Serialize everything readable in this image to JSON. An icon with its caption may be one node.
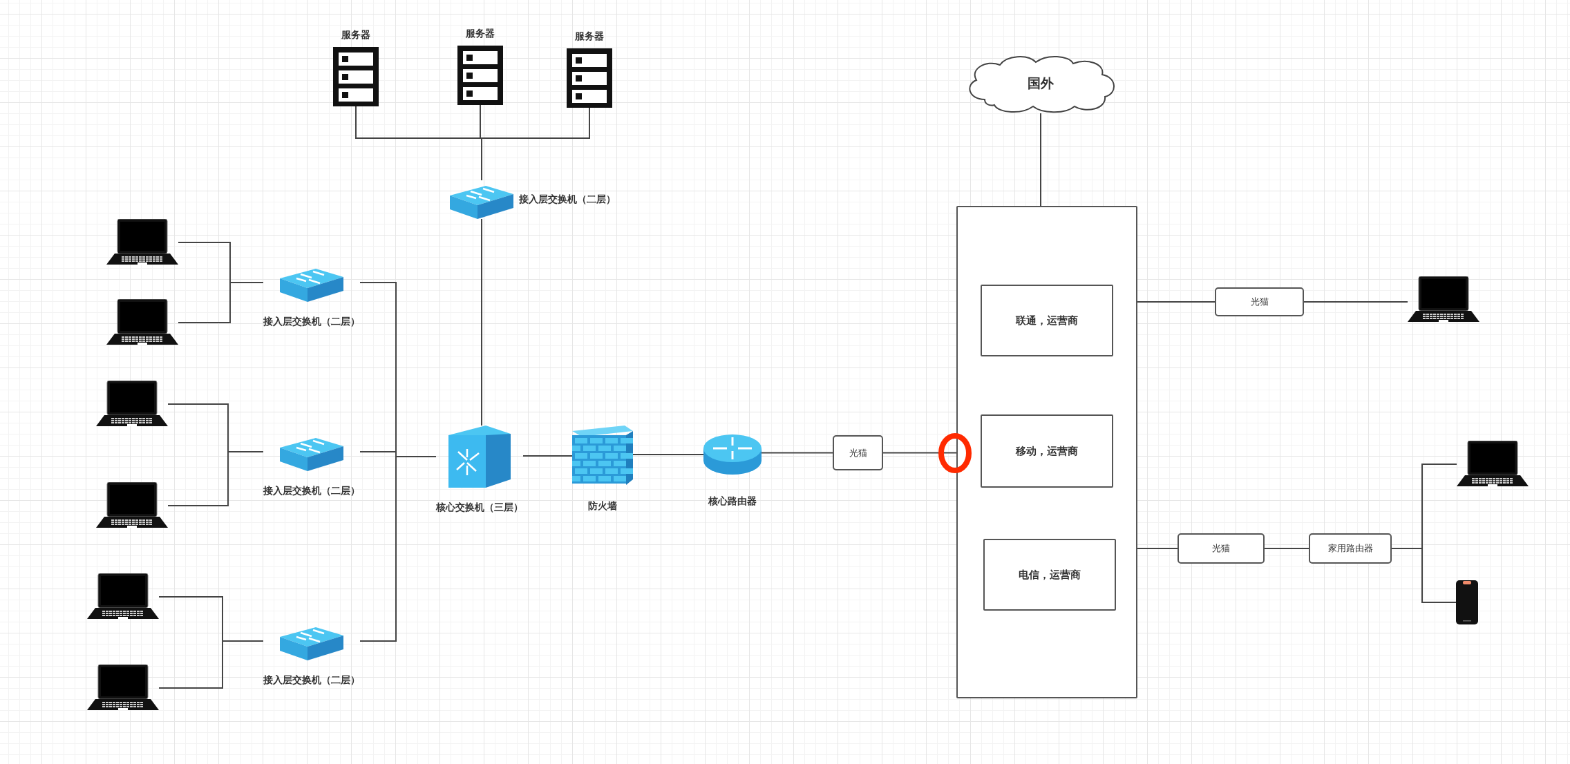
{
  "diagram": {
    "nodes": [
      {
        "text": [
          "服务器"
        ]
      },
      {
        "text": [
          "服务器"
        ]
      },
      {
        "text": [
          "服务器"
        ]
      },
      {
        "text": [
          "国外"
        ]
      },
      {
        "text": [
          "接入层交换机（二层）"
        ]
      },
      {
        "text": [],
        "shape": "box"
      },
      {
        "text": [
          "联通，运营商"
        ],
        "in": 5
      },
      {
        "text": [
          "移动，运营商"
        ],
        "in": 5
      },
      {
        "text": [
          "电信，运营商"
        ],
        "in": 5
      },
      {
        "text": [],
        "shape": "picture"
      },
      {
        "text": [],
        "shape": "picture"
      },
      {
        "text": [
          "接入层交换机（二层）"
        ]
      },
      {
        "text": [
          "光猫"
        ]
      },
      {
        "text": [],
        "shape": "picture"
      },
      {
        "text": [],
        "shape": "picture"
      },
      {
        "text": [],
        "shape": "picture"
      },
      {
        "text": [
          "接入层交换机（二层）"
        ]
      },
      {
        "text": [
          "核心交换机（三层）"
        ]
      },
      {
        "text": [
          "防火墙"
        ]
      },
      {
        "text": [
          "核心路由器"
        ]
      },
      {
        "text": [
          "光猫"
        ]
      },
      {
        "text": [],
        "shape": "picture"
      },
      {
        "text": [],
        "shape": "picture"
      },
      {
        "text": [],
        "shape": "picture"
      },
      {
        "text": [
          "接入层交换机（二层）"
        ]
      },
      {
        "text": [
          "光猫"
        ]
      },
      {
        "text": [
          "家用路由器"
        ]
      },
      {
        "text": [],
        "shape": "picture"
      }
    ],
    "edges": [
      {
        "from": 0,
        "to": 4,
        "arrow": "none"
      },
      {
        "from": 1,
        "to": 4,
        "arrow": "none"
      },
      {
        "from": 2,
        "to": 4,
        "arrow": "none"
      },
      {
        "from": 4,
        "to": 17,
        "arrow": "none"
      },
      {
        "from": 9,
        "to": 11,
        "arrow": "none"
      },
      {
        "from": 10,
        "to": 11,
        "arrow": "none"
      },
      {
        "from": 14,
        "to": 16,
        "arrow": "none"
      },
      {
        "from": 15,
        "to": 16,
        "arrow": "none"
      },
      {
        "from": 22,
        "to": 24,
        "arrow": "none"
      },
      {
        "from": 23,
        "to": 24,
        "arrow": "none"
      },
      {
        "from": 11,
        "to": 17,
        "arrow": "none"
      },
      {
        "from": 16,
        "to": 17,
        "arrow": "none"
      },
      {
        "from": 24,
        "to": 17,
        "arrow": "none"
      },
      {
        "from": 17,
        "to": 18,
        "arrow": "none"
      },
      {
        "from": 18,
        "to": 19,
        "arrow": "none"
      },
      {
        "from": 19,
        "to": 20,
        "arrow": "none"
      },
      {
        "from": 20,
        "to": 5,
        "arrow": "none"
      },
      {
        "from": 3,
        "to": 5,
        "arrow": "none"
      },
      {
        "from": 5,
        "to": 12,
        "arrow": "none"
      },
      {
        "from": 12,
        "to": 13,
        "arrow": "none"
      },
      {
        "from": 5,
        "to": 25,
        "arrow": "none"
      },
      {
        "from": 25,
        "to": 26,
        "arrow": "none"
      },
      {
        "from": 26,
        "to": 21,
        "arrow": "none"
      },
      {
        "from": 26,
        "to": 27,
        "arrow": "none"
      }
    ]
  }
}
